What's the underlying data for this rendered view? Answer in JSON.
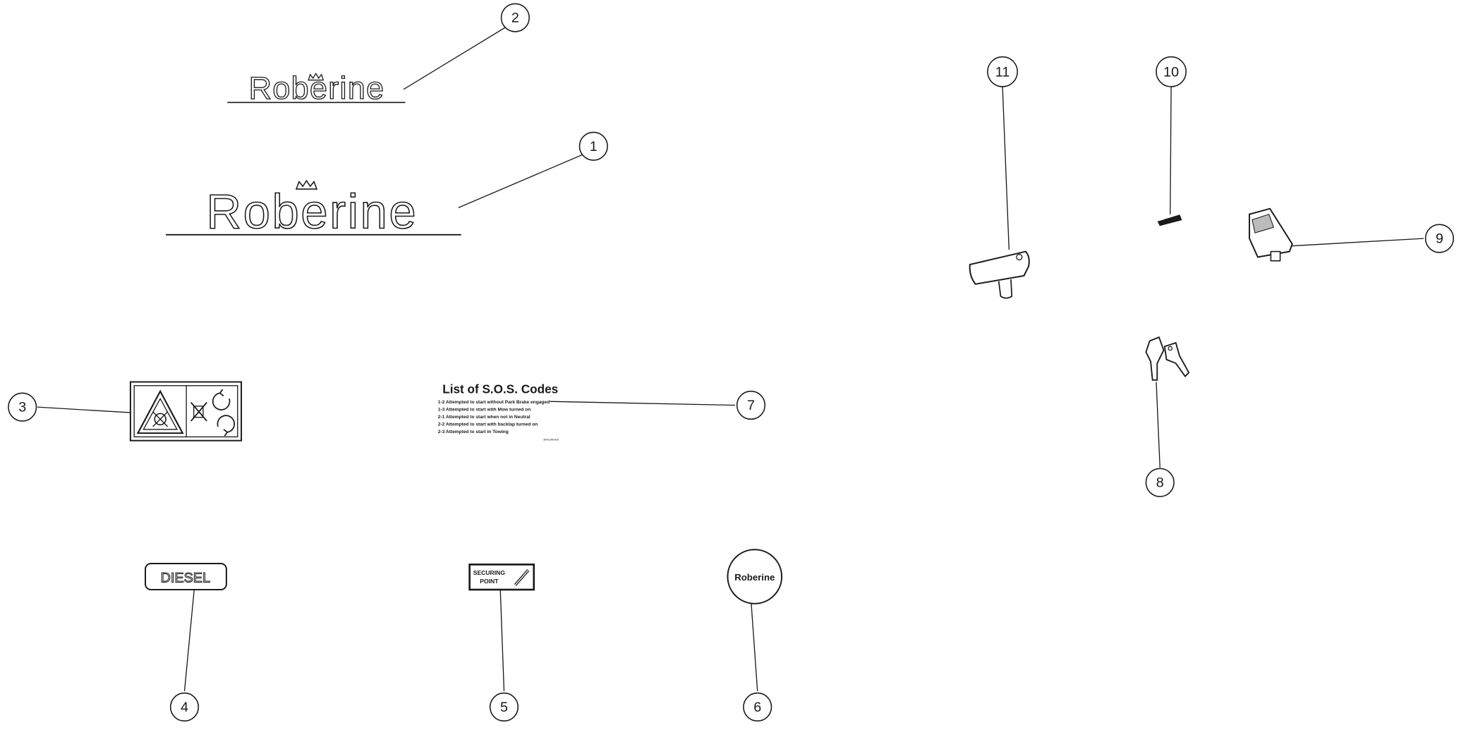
{
  "callouts": {
    "c1": "1",
    "c2": "2",
    "c3": "3",
    "c4": "4",
    "c5": "5",
    "c6": "6",
    "c7": "7",
    "c8": "8",
    "c9": "9",
    "c10": "10",
    "c11": "11"
  },
  "decals": {
    "logo_large": "Roberine",
    "logo_small": "Roberine",
    "diesel": "DIESEL",
    "securing_line1": "SECURING",
    "securing_line2": "POINT",
    "badge": "Roberine",
    "sos_title": "List of S.O.S. Codes",
    "sos_lines": [
      "1-2 Attempted to start without Park Brake engaged",
      "1-3 Attempted to start with Mow turned on",
      "2-1 Attempted to start when not in Neutral",
      "2-2 Attempted to start with backlap turned on",
      "2-3 Attempted to start in Towing"
    ],
    "sos_part_no": "3041000000"
  },
  "colors": {
    "line": "#1a1a1a",
    "background": "#ffffff"
  }
}
